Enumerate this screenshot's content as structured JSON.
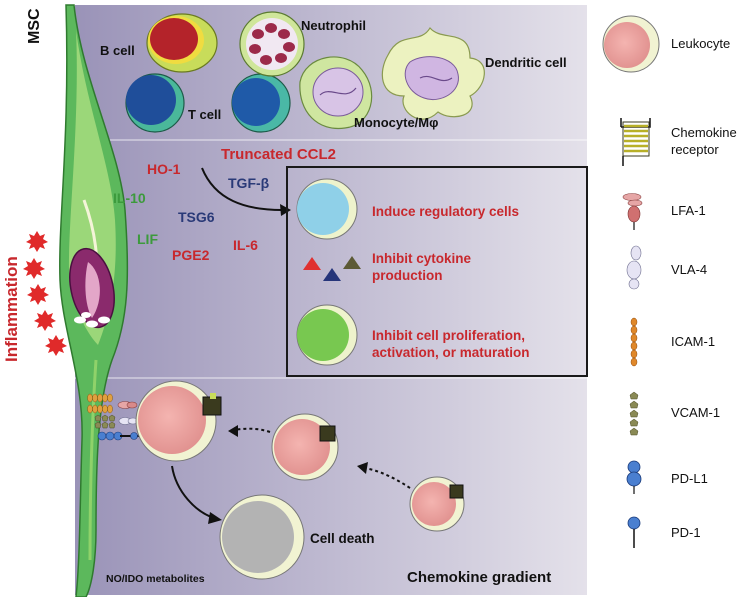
{
  "figure": {
    "msc_label": "MSC",
    "inflammation_label": "Inflammation",
    "cells": {
      "b_cell": "B cell",
      "t_cell": "T cell",
      "neutrophil": "Neutrophil",
      "dendritic_cell": "Dendritic cell",
      "monocyte": "Monocyte/Mφ"
    },
    "factors": {
      "ho1": "HO-1",
      "truncated_ccl2": "Truncated CCL2",
      "tgf_beta": "TGF-β",
      "il10": "IL-10",
      "tsg6": "TSG6",
      "lif": "LIF",
      "pge2": "PGE2",
      "il6": "IL-6"
    },
    "effects": {
      "regulatory": "Induce regulatory cells",
      "cytokine_line1": "Inhibit cytokine",
      "cytokine_line2": "production",
      "prolif_line1": "Inhibit cell proliferation,",
      "prolif_line2": "activation, or maturation"
    },
    "cell_death": "Cell death",
    "no_ido": "NO/IDO metabolites",
    "chemokine_gradient": "Chemokine gradient"
  },
  "legend": {
    "leukocyte": "Leukocyte",
    "chemokine_receptor_line1": "Chemokine",
    "chemokine_receptor_line2": "receptor",
    "lfa1": "LFA-1",
    "vla4": "VLA-4",
    "icam1": "ICAM-1",
    "vcam1": "VCAM-1",
    "pdl1": "PD-L1",
    "pd1": "PD-1"
  }
}
